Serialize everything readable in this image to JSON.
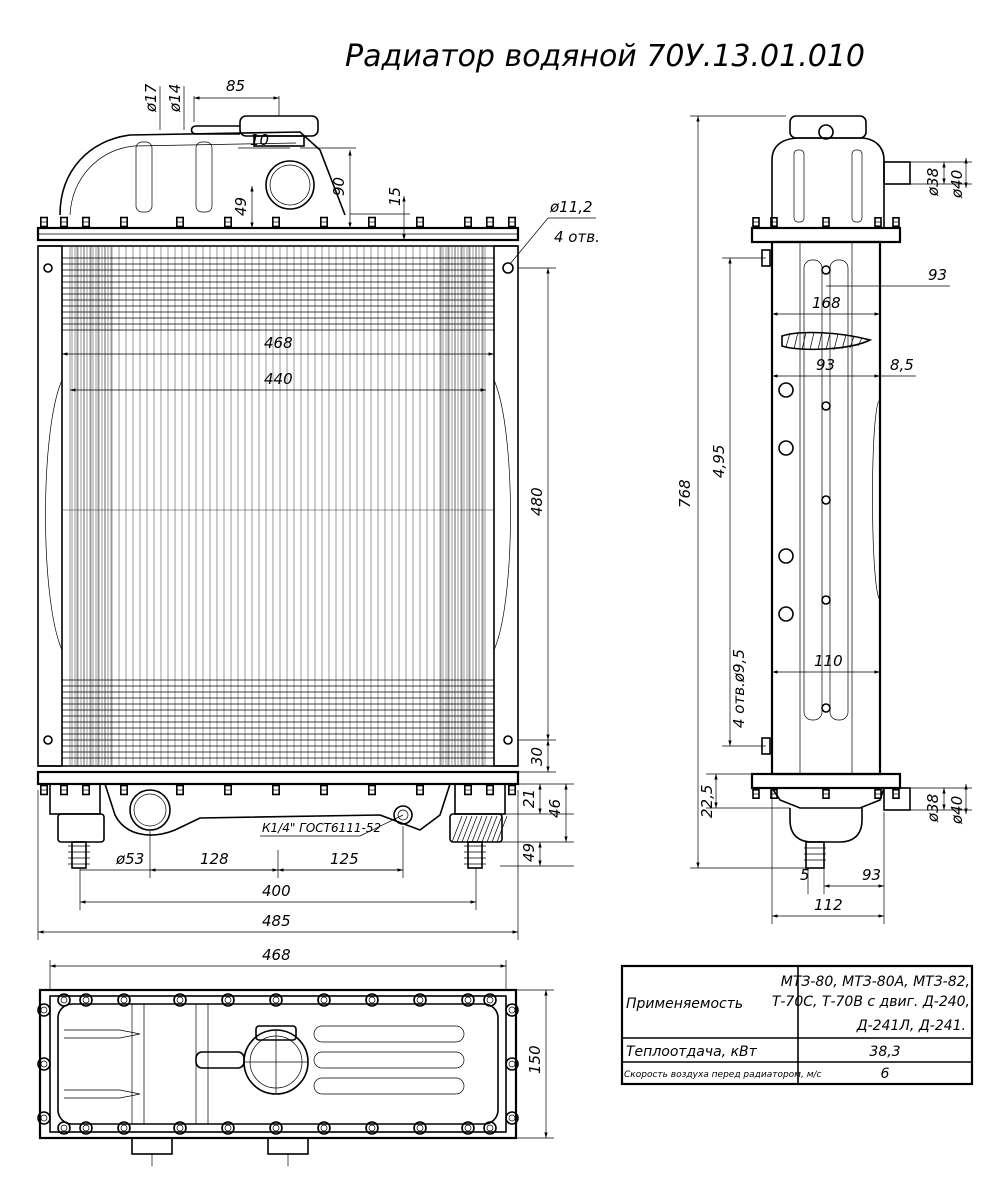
{
  "title": "Радиатор водяной 70У.13.01.010",
  "front_view": {
    "dims": {
      "d17": "ø17",
      "d14": "ø14",
      "w85": "85",
      "d10": "10",
      "d90": "90",
      "d49": "49",
      "d15": "15",
      "hole_dia": "ø11,2",
      "hole_count": "4 отв.",
      "w468": "468",
      "w440": "440",
      "h480": "480",
      "h30": "30",
      "d21": "21",
      "d46": "46",
      "d49b": "49",
      "d53": "ø53",
      "w128": "128",
      "w125": "125",
      "w400": "400",
      "w485": "485",
      "thread": "К1/4\" ГОСТ6111-52"
    }
  },
  "side_view": {
    "dims": {
      "d38a": "ø38",
      "d40a": "ø40",
      "w93a": "93",
      "w168": "168",
      "w93b": "93",
      "w85b": "8,5",
      "h768": "768",
      "h495": "4,95",
      "w110": "110",
      "holes": "4 отв.ø9,5",
      "h225": "22,5",
      "d38b": "ø38",
      "d40b": "ø40",
      "w5": "5",
      "w93c": "93",
      "w112": "112"
    }
  },
  "top_view": {
    "dims": {
      "w468": "468",
      "h150": "150"
    }
  },
  "spec_table": {
    "rows": [
      {
        "label": "Применяемость",
        "value_lines": [
          "МТЗ-80, МТЗ-80А, МТЗ-82,",
          "Т-70С, Т-70В с двиг. Д-240,",
          "Д-241Л, Д-241."
        ]
      },
      {
        "label": "Теплоотдача, кВт",
        "value_lines": [
          "38,3"
        ]
      },
      {
        "label": "Скорость воздуха перед радиатором, м/с",
        "value_lines": [
          "6"
        ]
      }
    ]
  }
}
